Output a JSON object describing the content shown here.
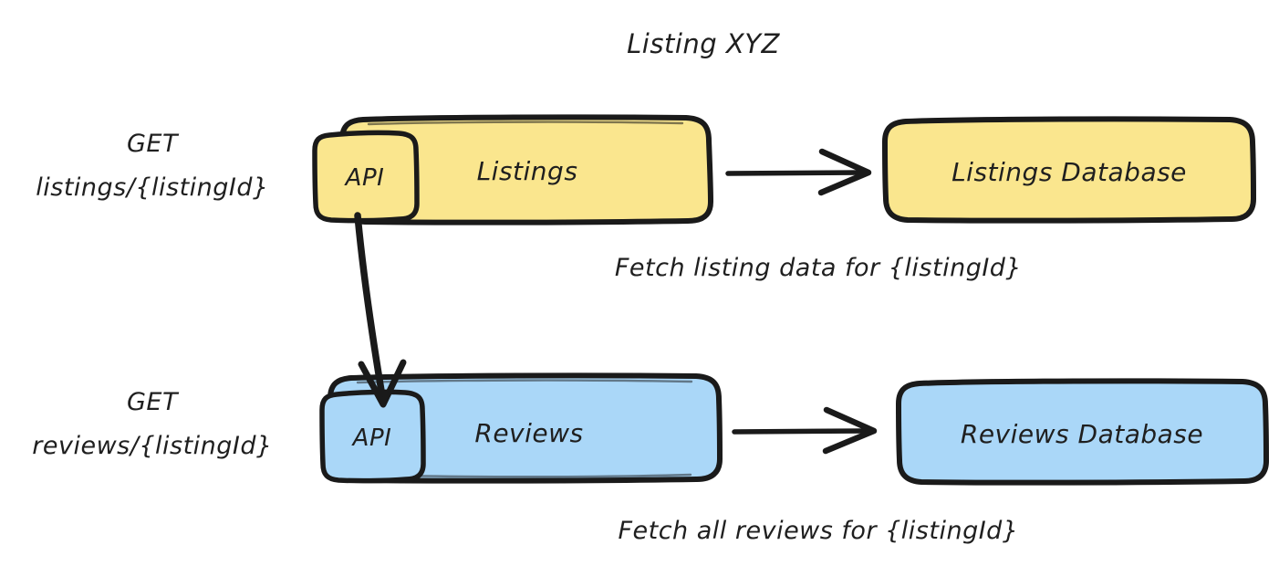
{
  "diagram": {
    "title": "Listing XYZ",
    "background_color": "#ffffff",
    "stroke_color": "#1a1a1a",
    "yellow_fill": "#fae68e",
    "blue_fill": "#aad7f8",
    "rows": [
      {
        "id": "listings-row",
        "request_label_line1": "GET",
        "request_label_line2": "listings/{listingId}",
        "api_badge": "API",
        "service_name": "Listings",
        "database_name": "Listings Database",
        "caption": "Fetch listing data for {listingId}",
        "color": "#fae68e"
      },
      {
        "id": "reviews-row",
        "request_label_line1": "GET",
        "request_label_line2": "reviews/{listingId}",
        "api_badge": "API",
        "service_name": "Reviews",
        "database_name": "Reviews Database",
        "caption": "Fetch all reviews for {listingId}",
        "color": "#aad7f8"
      }
    ],
    "connections": [
      {
        "id": "listings-to-db",
        "from": "Listings",
        "to": "Listings Database",
        "style": "arrow-right"
      },
      {
        "id": "reviews-to-db",
        "from": "Reviews",
        "to": "Reviews Database",
        "style": "arrow-right"
      },
      {
        "id": "listings-api-to-reviews-api",
        "from": "Listings API",
        "to": "Reviews API",
        "style": "arrow-down"
      }
    ]
  }
}
